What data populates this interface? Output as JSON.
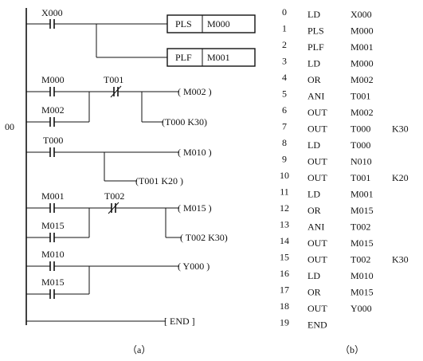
{
  "ladder": {
    "contacts": {
      "x000": "X000",
      "m000": "M000",
      "m002": "M002",
      "t001": "T001",
      "t000": "T000",
      "m001": "M001",
      "m015a": "M015",
      "t002": "T002",
      "m010": "M010",
      "m015b": "M015"
    },
    "boxes": {
      "pls": {
        "op": "PLS",
        "dev": "M000"
      },
      "plf": {
        "op": "PLF",
        "dev": "M001"
      }
    },
    "coils": {
      "m002": "(   M002  )",
      "t000k30": "(T000  K30)",
      "m010": "(   M010    )",
      "t001k20": "(T001  K20 )",
      "m015": "(   M015    )",
      "t002k30": "( T002  K30)",
      "y000": "(   Y000    )",
      "end": "[   END   ]"
    },
    "step_marker": "00",
    "caption": "（a）"
  },
  "program": {
    "rows": [
      {
        "step": "0",
        "instr": "LD",
        "operand": "X000",
        "extra": ""
      },
      {
        "step": "1",
        "instr": "PLS",
        "operand": "M000",
        "extra": ""
      },
      {
        "step": "2",
        "instr": "PLF",
        "operand": "M001",
        "extra": ""
      },
      {
        "step": "3",
        "instr": "LD",
        "operand": "M000",
        "extra": ""
      },
      {
        "step": "4",
        "instr": "OR",
        "operand": "M002",
        "extra": ""
      },
      {
        "step": "5",
        "instr": "ANI",
        "operand": "T001",
        "extra": ""
      },
      {
        "step": "6",
        "instr": "OUT",
        "operand": "M002",
        "extra": ""
      },
      {
        "step": "7",
        "instr": "OUT",
        "operand": "T000",
        "extra": "K30"
      },
      {
        "step": "8",
        "instr": "LD",
        "operand": "T000",
        "extra": ""
      },
      {
        "step": "9",
        "instr": "OUT",
        "operand": "N010",
        "extra": ""
      },
      {
        "step": "10",
        "instr": "OUT",
        "operand": "T001",
        "extra": "K20"
      },
      {
        "step": "11",
        "instr": "LD",
        "operand": "M001",
        "extra": ""
      },
      {
        "step": "12",
        "instr": "OR",
        "operand": "M015",
        "extra": ""
      },
      {
        "step": "13",
        "instr": "ANI",
        "operand": "T002",
        "extra": ""
      },
      {
        "step": "14",
        "instr": "OUT",
        "operand": "M015",
        "extra": ""
      },
      {
        "step": "15",
        "instr": "OUT",
        "operand": "T002",
        "extra": "K30"
      },
      {
        "step": "16",
        "instr": "LD",
        "operand": "M010",
        "extra": ""
      },
      {
        "step": "17",
        "instr": "OR",
        "operand": "M015",
        "extra": ""
      },
      {
        "step": "18",
        "instr": "OUT",
        "operand": "Y000",
        "extra": ""
      },
      {
        "step": "19",
        "instr": "END",
        "operand": "",
        "extra": ""
      }
    ],
    "caption": "（b）"
  }
}
